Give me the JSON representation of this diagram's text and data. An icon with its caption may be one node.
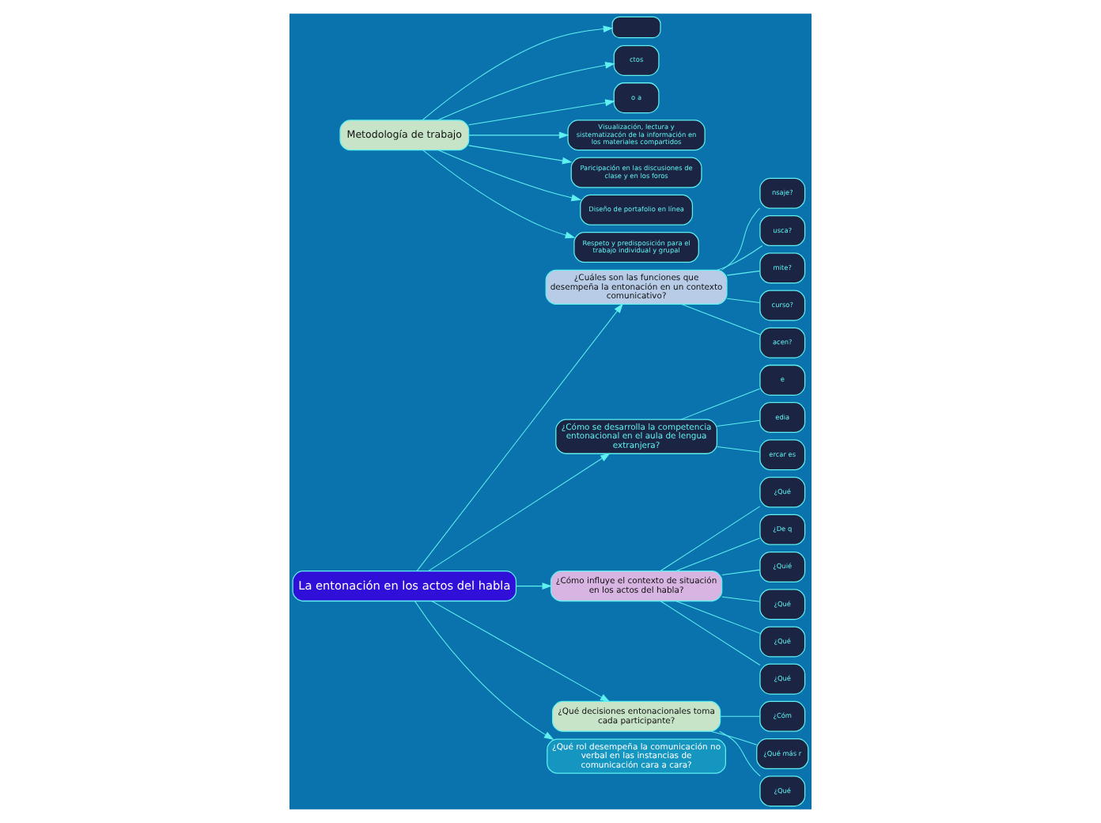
{
  "diagram": {
    "nodes": [
      {
        "text": [
          "La entonación en los actos del habla"
        ]
      },
      {
        "text": [
          "¿Cuáles son las funciones que desempeña la entonación en un contexto comunicativo?"
        ]
      },
      {
        "text": [
          "nsaje?"
        ]
      },
      {
        "text": [
          "usca?"
        ]
      },
      {
        "text": [
          "mite?"
        ]
      },
      {
        "text": [
          "curso?"
        ]
      },
      {
        "text": [
          "acen?"
        ]
      },
      {
        "text": [
          "¿Cómo se desarrolla la competencia entonacional en el aula de lengua extranjera?"
        ]
      },
      {
        "text": [
          "e"
        ]
      },
      {
        "text": [
          "edia"
        ]
      },
      {
        "text": [
          "ercar es"
        ]
      },
      {
        "text": [
          "¿Cómo influye el contexto de situación en los actos del habla?"
        ]
      },
      {
        "text": [
          "¿Qué"
        ]
      },
      {
        "text": [
          "¿De q"
        ]
      },
      {
        "text": [
          "¿Quié"
        ]
      },
      {
        "text": [
          "¿Qué"
        ]
      },
      {
        "text": [
          "¿Qué"
        ]
      },
      {
        "text": [
          "¿Qué"
        ]
      },
      {
        "text": [
          "¿Qué decisiones entonacionales toma cada participante?"
        ]
      },
      {
        "text": [
          "¿Cóm"
        ]
      },
      {
        "text": [
          "¿Qué más r"
        ]
      },
      {
        "text": [
          "¿Qué"
        ]
      },
      {
        "text": [
          "¿Qué rol desempeña la comunicación no verbal en las instancias de comunicación cara a cara?"
        ]
      },
      {
        "text": [
          "Metodología de trabajo"
        ]
      },
      {
        "text": [],
        "shape": "box"
      },
      {
        "text": [
          "ctos"
        ]
      },
      {
        "text": [
          "o a"
        ]
      },
      {
        "text": [
          "Visualización, lectura y sistematizacón de la información en los materiales compartidos"
        ]
      },
      {
        "text": [
          "Paricipación en las discusiones de clase y en los foros"
        ]
      },
      {
        "text": [
          "Diseño de portafolio en línea"
        ]
      },
      {
        "text": [
          "Respeto y predisposición para el trabajo individual y grupal"
        ]
      }
    ],
    "edges": [
      {
        "from": 0,
        "to": 1,
        "arrow": "to"
      },
      {
        "from": 1,
        "to": 2,
        "arrow": "none"
      },
      {
        "from": 1,
        "to": 3,
        "arrow": "none"
      },
      {
        "from": 1,
        "to": 4,
        "arrow": "none"
      },
      {
        "from": 1,
        "to": 5,
        "arrow": "none"
      },
      {
        "from": 1,
        "to": 6,
        "arrow": "none"
      },
      {
        "from": 0,
        "to": 7,
        "arrow": "to"
      },
      {
        "from": 7,
        "to": 8,
        "arrow": "none"
      },
      {
        "from": 7,
        "to": 9,
        "arrow": "none"
      },
      {
        "from": 7,
        "to": 10,
        "arrow": "none"
      },
      {
        "from": 0,
        "to": 11,
        "arrow": "to"
      },
      {
        "from": 11,
        "to": 12,
        "arrow": "none"
      },
      {
        "from": 11,
        "to": 13,
        "arrow": "none"
      },
      {
        "from": 11,
        "to": 14,
        "arrow": "none"
      },
      {
        "from": 11,
        "to": 15,
        "arrow": "none"
      },
      {
        "from": 11,
        "to": 16,
        "arrow": "none"
      },
      {
        "from": 11,
        "to": 17,
        "arrow": "none"
      },
      {
        "from": 0,
        "to": 18,
        "arrow": "to"
      },
      {
        "from": 18,
        "to": 19,
        "arrow": "none"
      },
      {
        "from": 18,
        "to": 20,
        "arrow": "none"
      },
      {
        "from": 18,
        "to": 21,
        "arrow": "none"
      },
      {
        "from": 0,
        "to": 22,
        "arrow": "to"
      },
      {
        "from": 23,
        "to": 24,
        "arrow": "to"
      },
      {
        "from": 23,
        "to": 25,
        "arrow": "to"
      },
      {
        "from": 23,
        "to": 26,
        "arrow": "to"
      },
      {
        "from": 23,
        "to": 27,
        "arrow": "to"
      },
      {
        "from": 23,
        "to": 28,
        "arrow": "to"
      },
      {
        "from": 23,
        "to": 29,
        "arrow": "to"
      },
      {
        "from": 23,
        "to": 30,
        "arrow": "to"
      }
    ]
  }
}
